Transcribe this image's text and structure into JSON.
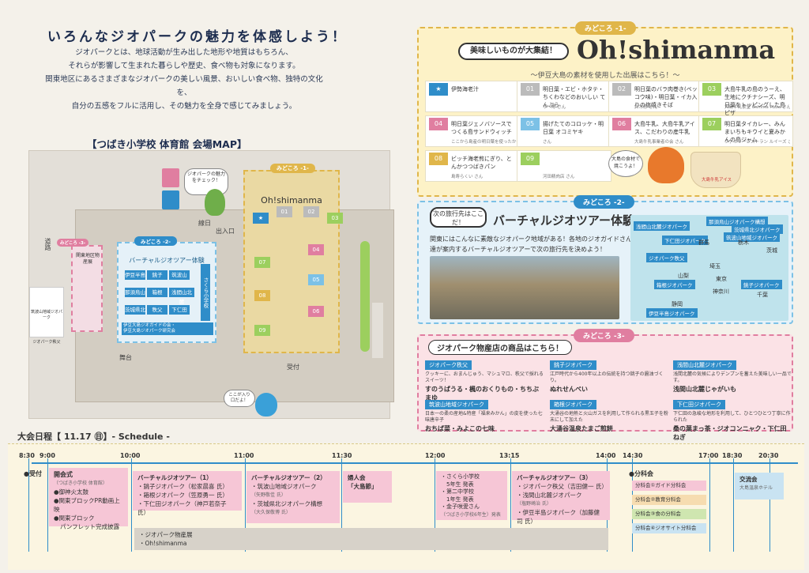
{
  "header": {
    "headline": "いろんなジオパークの魅力を体感しよう！",
    "intro": [
      "ジオパークとは、地球活動が生み出した地形や地質はもちろん、",
      "それらが影響して生まれた暮らしや歴史、食べ物も対象になります。",
      "関東地区にあるさまざまなジオパークの美しい風景、おいしい食べ物、独特の文化を、",
      "自分の五感をフルに活用し、その魅力を全身で感じてみましょう。"
    ]
  },
  "map": {
    "title": "【つばき小学校 体育館 会場MAP】",
    "labels": {
      "road": "道路",
      "line": "線日",
      "entrance": "出入口",
      "stage": "舞台",
      "reception": "受付",
      "kanto": "関東地区物産展"
    },
    "bubble_top": "ジオパークの魅力をチェック！",
    "bubble_bottom": "ここが入り口だよ！",
    "oh_title": "Oh!shimanma",
    "oh_flags": [
      "★",
      "01",
      "02",
      "03",
      "04",
      "05",
      "06",
      "07",
      "08",
      "09"
    ],
    "vt_title": "バーチャルジオツアー体験",
    "vt_cells": [
      "伊豆半島",
      "銚子",
      "筑波山",
      "那須烏山",
      "箱根",
      "浅間山北麓",
      "茨城県北",
      "秩父",
      "下仁田"
    ],
    "vt_side": "さくら小学校",
    "vt_note": [
      "伊豆大島ジオガイドの会・",
      "伊豆大島ジオパーク研究会"
    ],
    "tag1": "みどころ -1-",
    "tag2": "みどころ -2-",
    "tag3": "みどころ -3-",
    "photo_caps": [
      "筑波山地域ジオパーク",
      "ジオパーク秩父"
    ]
  },
  "panel1": {
    "tag": "みどころ -1-",
    "badge": "美味しいものが大集結！",
    "title": "Oh!shimanma",
    "subtitle": "〜伊豆大島の素材を使用した出展はこちら！〜",
    "booths": [
      {
        "n": "★",
        "name": "伊勢海老汁",
        "vendor": ""
      },
      {
        "n": "01",
        "name": "明日葉・エビ・ホタテ・ちくわなどのおいしい てんぷら",
        "vendor": "ザ・寿 さん"
      },
      {
        "n": "02",
        "name": "明日葉のバラ肉巻き(ベッコウ味)・明日葉・イカ入りの塩焼きそば",
        "vendor": "鈴木修 さん"
      },
      {
        "n": "03",
        "name": "大島牛乳の島のうーえ、生地にクチナシーズ、明日葉をトッピングした島ピザ",
        "vendor": "大島牛乳食堂 Oshima Pizza さん"
      },
      {
        "n": "04",
        "name": "明日葉ジェノバソースでつくる島サンドウィッチ",
        "vendor": "ここから島産の明日葉を使ったかなりたん さん"
      },
      {
        "n": "05",
        "name": "揚げたてのコロッケ・明日葉 オコミヤキ",
        "vendor": "さん"
      },
      {
        "n": "06",
        "name": "大島牛乳、大島牛乳アイス、こだわりの産牛乳",
        "vendor": "大島牛乳事業者の会 さん"
      },
      {
        "n": "07",
        "name": "明日葉タイカレー、みんまいちもキウイと夏みかんの島ジャム",
        "vendor": "ファミリーレストラン ルイーズ さん"
      },
      {
        "n": "08",
        "name": "ビッチ海老煎にぎり、とんかつつばきパン",
        "vendor": "島寿らくい さん"
      },
      {
        "n": "09",
        "name": "",
        "vendor": "河田精肉店 さん"
      }
    ],
    "bubble": "大島の食材で焼こうよ！",
    "cup": "大島牛乳アイス"
  },
  "panel2": {
    "tag": "みどころ -2-",
    "badge": "次の旅行先はここだ！",
    "title": "バーチャルジオツアー体験",
    "desc": "関東にはこんなに素敵なジオパーク地域がある！各地のジオガイドさん達が案内するバーチャルジオツアーで次の旅行先を決めよう！",
    "map_tags": [
      "那須烏山ジオパーク構想",
      "浅間山北麓ジオパーク",
      "下仁田ジオパーク",
      "筑波山地域ジオパーク",
      "茨城県北ジオパーク",
      "ジオパーク秩父",
      "銚子ジオパーク",
      "箱根ジオパーク",
      "伊豆半島ジオパーク"
    ],
    "prefs": [
      "群馬",
      "栃木",
      "茨城",
      "埼玉",
      "山梨",
      "東京",
      "神奈川",
      "千葉",
      "静岡"
    ]
  },
  "panel3": {
    "tag": "みどころ -3-",
    "title": "ジオパーク物産店の商品はこちら！",
    "items": [
      {
        "h": "ジオパーク秩父",
        "d": "クッキーに、おまんじゅう、マシュマロ、秩父で採れるスイーツ！",
        "nm": "すのうばうる・楓のおくりもの・ちちぶまゆ"
      },
      {
        "h": "銚子ジオパーク",
        "d": "江戸時代から400年以上の伝統を持つ銚子の醤油づくり。",
        "nm": "ぬれせんべい"
      },
      {
        "h": "浅間山北麓ジオパーク",
        "d": "浅間北麓の気候によりデンプンを蓄えた美味しい一品です。",
        "nm": "浅間山北麓じゃがいも"
      },
      {
        "h": "筑波山地域ジオパーク",
        "d": "日本一の柔の産地&特産「福来みかん」の皮を使った七味唐辛子",
        "nm": "おちば菜・みよこの七味"
      },
      {
        "h": "箱根ジオパーク",
        "d": "大涌谷の地熱と火山ガスを利用して作られる黒玉子を粉末にして加えた",
        "nm": "大涌谷温泉たまご煎餅"
      },
      {
        "h": "下仁田ジオパーク",
        "d": "下仁田の急峻な地形を利用して、ひとつひとつ丁寧に作られた",
        "nm": "桑の葉まっ茶・ジオコンニャク・下仁田ねぎ"
      }
    ]
  },
  "schedule": {
    "title": "大会日程【 11.17 ㊐】- Schedule -",
    "times": [
      "8:30",
      "9:00",
      "10:00",
      "11:00",
      "11:30",
      "12:00",
      "13:15",
      "14:00",
      "14:30",
      "17:00",
      "18:30",
      "20:30"
    ],
    "uketsuke": "●受付",
    "opening": [
      "開会式",
      "（つばき小学校 体育館）",
      "●御神火太鼓",
      "●関東ブロックPR動画上映",
      "●関東ブロック",
      "パンフレット完成披露"
    ],
    "vt1": [
      "バーチャルジオツアー（1）",
      "・銚子ジオパーク（松家晨喜 氏）",
      "・箱根ジオパーク（笠原勇一 氏）",
      "・下仁田ジオパーク（神戸若奈子 氏）"
    ],
    "vt2": [
      "バーチャルジオツアー（2）",
      "・筑波山地域ジオパーク",
      "（矢野敬佳 氏）",
      "・茨城県北ジオパーク構想",
      "（大久保敬博 氏）"
    ],
    "fujin": [
      "婦人会",
      "「大島節」"
    ],
    "school": [
      "・さくら小学校",
      "　5年生 発表",
      "・第二中学校",
      "　1年生 発表",
      "・金子咲愛さん",
      "（つばき小学校6年生）発表"
    ],
    "vt3": [
      "バーチャルジオツアー（3）",
      "・ジオパーク秩父（吉田健一 氏）",
      "・浅間山北麓ジオパーク",
      "（塩野崎治 氏）",
      "・伊豆半島ジオパーク（加藤健司 氏）"
    ],
    "bunka": "●分科会",
    "bunka_items": [
      "分科会①ガイド分科会",
      "分科会②教育分科会",
      "分科会③食の分科会",
      "分科会④ジオサイト分科会"
    ],
    "koryu": [
      "交流会",
      "大島温泉ホテル"
    ],
    "bottom": [
      "・ジオパーク物産展",
      "・Oh!shimanma"
    ]
  }
}
